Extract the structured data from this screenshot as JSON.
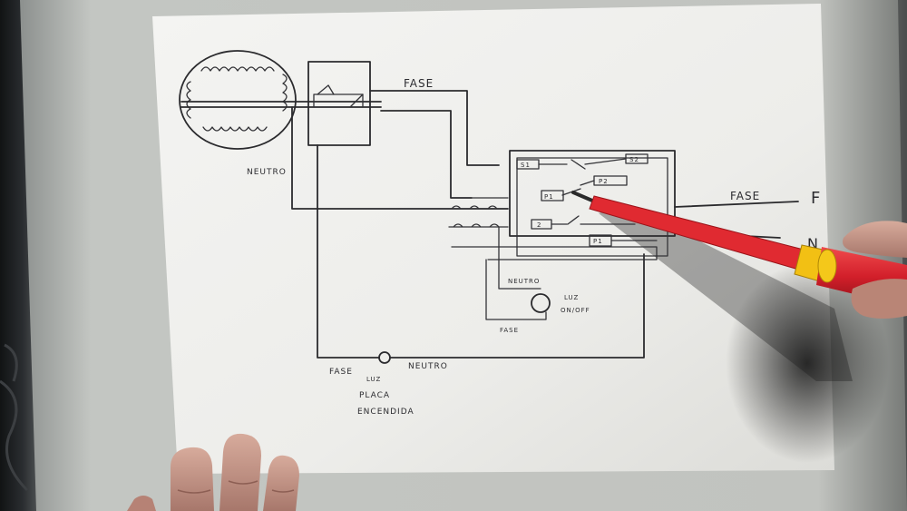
{
  "diagram": {
    "labels": {
      "fase_top": "FASE",
      "neutro_left": "NEUTRO",
      "fase_right": "FASE",
      "f_letter": "F",
      "n_letter": "N",
      "neutro_lamp": "NEUTRO",
      "luz_onoff_1": "LUZ",
      "luz_onoff_2": "ON/OFF",
      "fase_lamp": "FASE",
      "fase_bottom": "FASE",
      "neutro_bottom": "NEUTRO",
      "luz_1": "LUZ",
      "placa_1": "PLACA",
      "placa_2": "ENCENDIDA"
    },
    "switches": {
      "s1": "S1",
      "s2": "S2",
      "p1": "P1",
      "p2": "P2",
      "p3": "P1",
      "p4": "2"
    }
  },
  "colors": {
    "paper": "#f3f3f1",
    "ink": "#2b2b2e",
    "tester_red": "#d9252f",
    "tester_yellow": "#f2c014",
    "skin": "#c9998a"
  }
}
